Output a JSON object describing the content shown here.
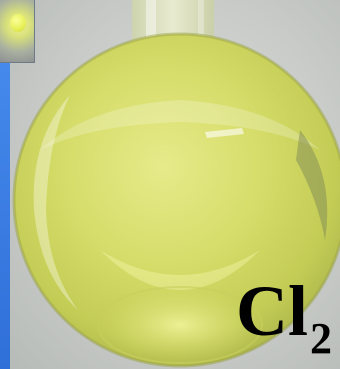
{
  "formula": {
    "symbol": "Cl",
    "subscript": "2"
  },
  "colors": {
    "background_blue": "#3a7fe0",
    "gas_yellow_green": "#d8e06a",
    "text": "#000000"
  },
  "icons": {
    "flask": "round-bottom-flask",
    "thumbnail": "chlorine-sample-thumbnail"
  }
}
